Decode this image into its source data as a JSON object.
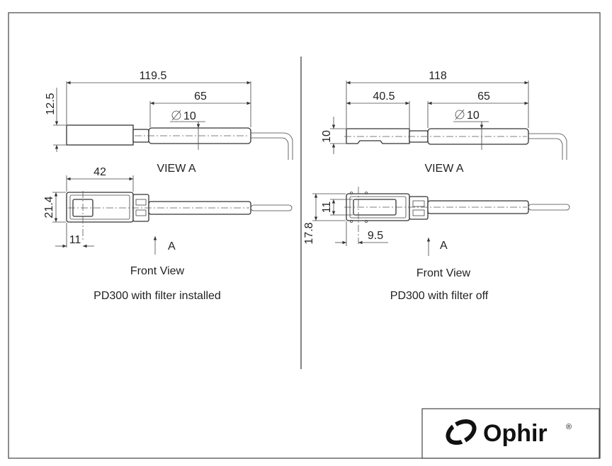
{
  "left": {
    "side_view": {
      "overall_length": "119.5",
      "probe_length": "65",
      "probe_diameter": "10",
      "head_height": "12.5"
    },
    "view_label": "VIEW A",
    "front_view": {
      "head_length": "42",
      "head_width": "21.4",
      "window_offset": "11"
    },
    "arrow_label": "A",
    "front_view_label": "Front View",
    "caption": "PD300 with filter installed"
  },
  "right": {
    "side_view": {
      "overall_length": "118",
      "head_length": "40.5",
      "probe_length": "65",
      "probe_diameter": "10",
      "head_height": "10"
    },
    "view_label": "VIEW A",
    "front_view": {
      "inner_width": "11",
      "outer_width": "17.8",
      "aperture_offset": "9.5"
    },
    "arrow_label": "A",
    "front_view_label": "Front View",
    "caption": "PD300 with filter off"
  },
  "logo": {
    "name": "Ophir",
    "mark": "®"
  },
  "colors": {
    "line": "#333333",
    "background": "#ffffff"
  }
}
